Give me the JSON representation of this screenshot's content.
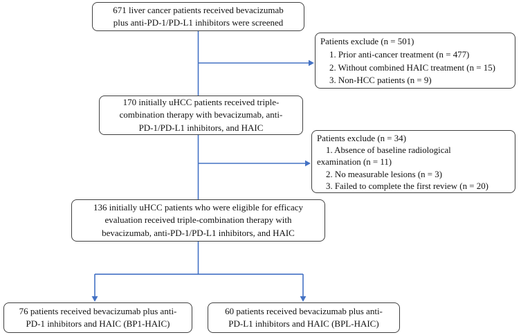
{
  "colors": {
    "arrow": "#4472C4",
    "box_border": "#3f3f3f",
    "box_fill": "#ffffff",
    "text": "#111111",
    "background": "#ffffff"
  },
  "boxes": {
    "screened": {
      "lines": [
        "671 liver cancer patients received bevacizumab",
        "plus anti-PD-1/PD-L1 inhibitors were screened"
      ]
    },
    "exclude1": {
      "title": "Patients exclude (n = 501)",
      "items": [
        "1. Prior anti-cancer treatment (n = 477)",
        "2. Without combined HAIC treatment (n = 15)",
        "3. Non-HCC patients (n = 9)"
      ]
    },
    "triple170": {
      "lines": [
        "170 initially uHCC patients received triple-",
        "combination therapy with bevacizumab, anti-",
        "PD-1/PD-L1 inhibitors, and HAIC"
      ]
    },
    "exclude2": {
      "title": "Patients exclude (n = 34)",
      "items": [
        "1. Absence of baseline radiological",
        "examination (n = 11)",
        "2. No measurable lesions (n = 3)",
        "3. Failed to complete the first review (n = 20)"
      ]
    },
    "eligible136": {
      "lines": [
        "136 initially uHCC patients who were eligible for efficacy",
        "evaluation received triple-combination therapy with",
        "bevacizumab, anti-PD-1/PD-L1 inhibitors, and HAIC"
      ]
    },
    "bp1": {
      "lines": [
        "76 patients received bevacizumab plus anti-",
        "PD-1 inhibitors and HAIC (BP1-HAIC)"
      ]
    },
    "bpl": {
      "lines": [
        "60 patients received bevacizumab plus anti-",
        "PD-L1 inhibitors and HAIC (BPL-HAIC)"
      ]
    }
  }
}
